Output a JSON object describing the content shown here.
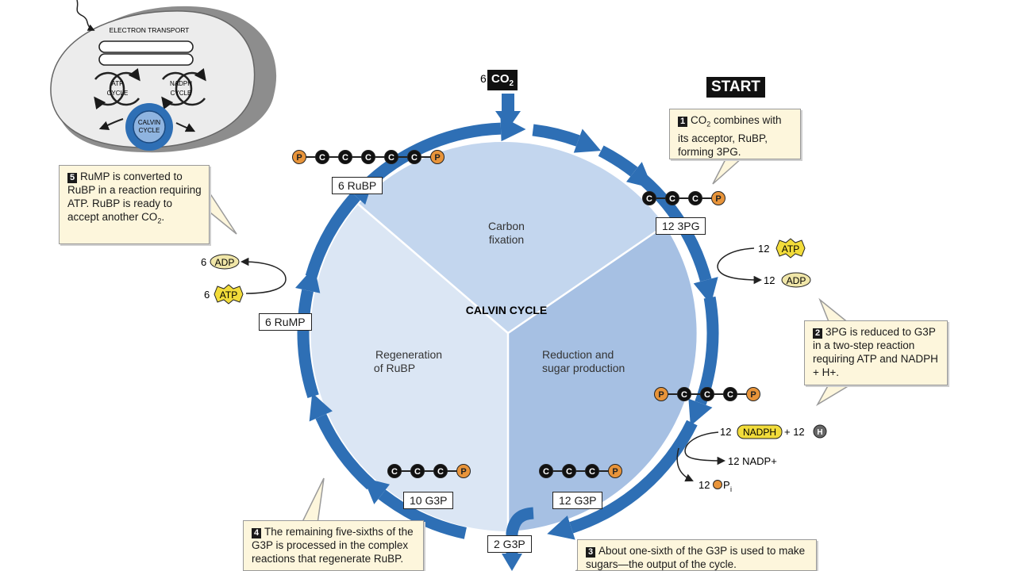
{
  "title": "CALVIN CYCLE",
  "chloroplast": {
    "electron_transport": "ELECTRON TRANSPORT",
    "atp_cycle": "ATP CYCLE",
    "nadph_cycle": "NADPH CYCLE",
    "calvin_cycle": "CALVIN CYCLE"
  },
  "phases": {
    "carbon_fixation": "Carbon fixation",
    "reduction": "Reduction and sugar production",
    "regeneration": "Regeneration of RuBP"
  },
  "start_label": "START",
  "co2_input": {
    "coef": "6",
    "label": "CO2"
  },
  "molecules": {
    "rubp": "6 RuBP",
    "pg3": "12 3PG",
    "g3p_12": "12 G3P",
    "g3p_10": "10 G3P",
    "g3p_2": "2 G3P",
    "rump": "6 RuMP"
  },
  "atoms": {
    "p": "P",
    "c": "C",
    "h": "H"
  },
  "cofactors": {
    "atp_in_step2": "12",
    "adp_out_step2": "12",
    "atp": "ATP",
    "adp": "ADP",
    "nadph_coef": "12",
    "nadph": "NADPH",
    "plus12": "+ 12",
    "nadp_out": "12 NADP+",
    "pi_out": "12",
    "pi_label": "P",
    "pi_sub": "i",
    "adp_out_step5": "6",
    "atp_in_step5": "6"
  },
  "steps": [
    {
      "n": "1",
      "text_a": "CO",
      "text_b": "2",
      "text_c": " combines with its acceptor, RuBP, forming 3PG."
    },
    {
      "n": "2",
      "text": "3PG is reduced to G3P in a two-step reaction requiring ATP and NADPH + H+."
    },
    {
      "n": "3",
      "text": "About one-sixth of the G3P is used to make sugars—the output of the cycle."
    },
    {
      "n": "4",
      "text": "The remaining five-sixths of the G3P is processed in the complex reactions that regenerate RuBP."
    },
    {
      "n": "5",
      "text_a": "RuMP is converted to RuBP in a reaction requiring ATP.  RuBP is ready to accept another CO",
      "text_b": "2",
      "text_c": "."
    }
  ],
  "colors": {
    "arrow": "#2e6fb5",
    "sector_top": "#c3d6ee",
    "sector_right": "#a6c0e3",
    "sector_left": "#dbe6f4",
    "callout_fill": "#fdf6dc",
    "phosphate": "#e8943a",
    "atp": "#f2dc3a",
    "adp": "#f0e6a8"
  }
}
